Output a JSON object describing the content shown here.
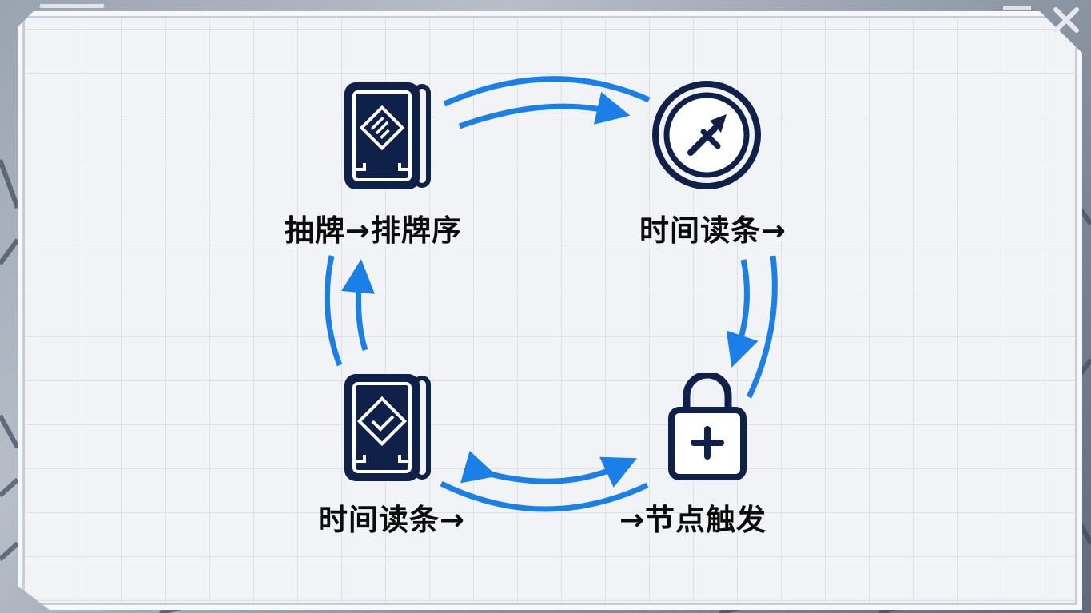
{
  "diagram": {
    "type": "cycle",
    "colors": {
      "icon": "#0f2148",
      "arrow": "#1a80e8",
      "text": "#0b0b0b",
      "panel": "#f1f3f7",
      "grid": "#dde1e8"
    },
    "nodes": [
      {
        "id": "top-left",
        "icon": "card-deck-icon",
        "label": "抽牌→排牌序"
      },
      {
        "id": "top-right",
        "icon": "circle-arrow-icon",
        "label": "时间读条→"
      },
      {
        "id": "bottom-right",
        "icon": "lock-plus-icon",
        "label": "→节点触发"
      },
      {
        "id": "bottom-left",
        "icon": "card-check-icon",
        "label": "时间读条→"
      }
    ],
    "edges": [
      {
        "from": "top-left",
        "to": "top-right",
        "direction": "forward"
      },
      {
        "from": "top-right",
        "to": "bottom-right",
        "direction": "forward"
      },
      {
        "from": "bottom-right",
        "to": "bottom-left",
        "direction": "bidirectional"
      },
      {
        "from": "bottom-left",
        "to": "top-left",
        "direction": "forward"
      }
    ]
  },
  "window": {
    "close_icon": "close-icon"
  }
}
